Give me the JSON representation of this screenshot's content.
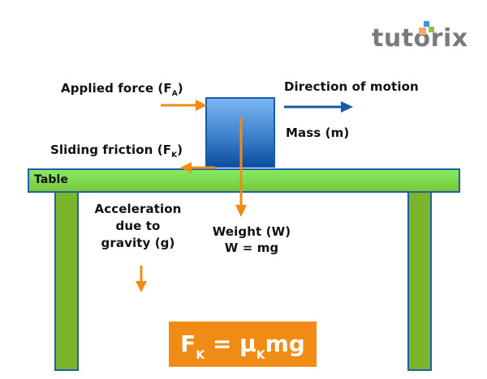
{
  "logo": {
    "text": "tutorix"
  },
  "labels": {
    "applied_force": {
      "text": "Applied force (F",
      "sub": "A",
      "close": ")"
    },
    "direction_of_motion": "Direction of motion",
    "mass": "Mass (m)",
    "sliding_friction": {
      "text": "Sliding friction (F",
      "sub": "K",
      "close": ")"
    },
    "table": "Table",
    "acceleration": [
      "Acceleration",
      "due to",
      "gravity (g)"
    ],
    "weight": [
      "Weight (W)",
      "W = mg"
    ]
  },
  "formula": {
    "lhs": "F",
    "lhs_sub": "K",
    "eq": " = μ",
    "mu_sub": "K",
    "rhs": "mg"
  },
  "colors": {
    "force_arrow": "#f08c16",
    "motion_arrow": "#1559a8",
    "block_top": "#7bb8f2",
    "block_bottom": "#0d4fa0",
    "table_green": "#86ea63",
    "leg_green": "#7ab52c",
    "outline_blue": "#1f5fa8",
    "formula_bg": "#f08c16"
  }
}
